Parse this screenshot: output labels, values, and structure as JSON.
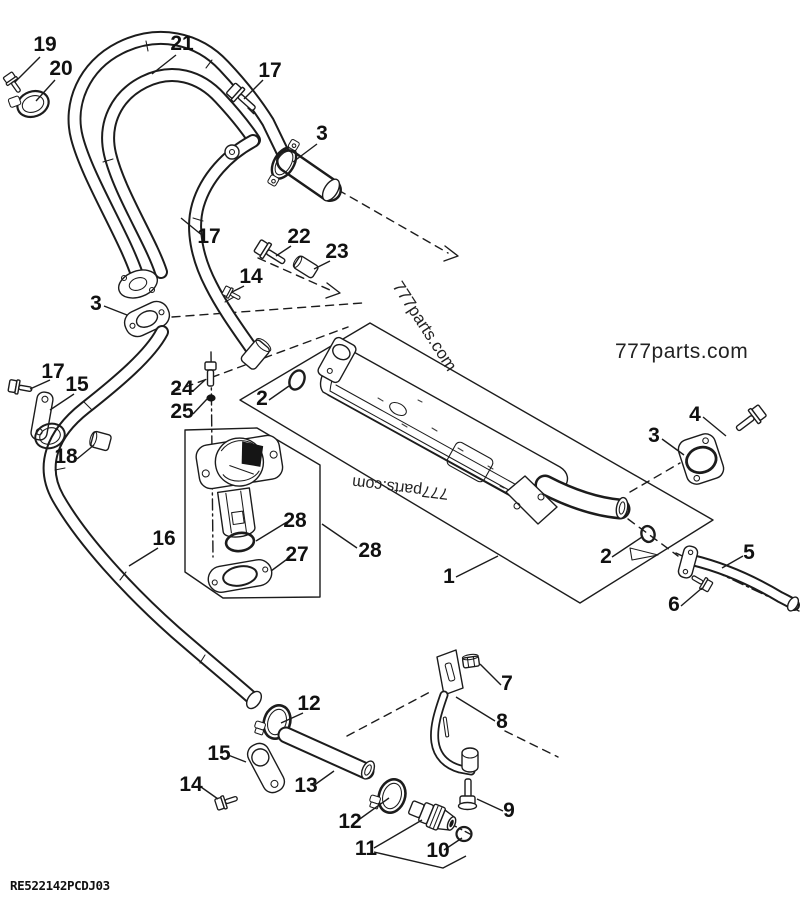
{
  "page": {
    "background": "#ffffff",
    "line_color": "#1c1c1c"
  },
  "diagram": {
    "part_code": "RE522142PCDJ03",
    "watermarks": {
      "horizontal": "777parts.com",
      "diagonal": "777parts.com",
      "inverted": "777parts.com"
    }
  },
  "callouts": [
    {
      "label": "19"
    },
    {
      "label": "20"
    },
    {
      "label": "21"
    },
    {
      "label": "17"
    },
    {
      "label": "3"
    },
    {
      "label": "17"
    },
    {
      "label": "22"
    },
    {
      "label": "23"
    },
    {
      "label": "14"
    },
    {
      "label": "3"
    },
    {
      "label": "17"
    },
    {
      "label": "15"
    },
    {
      "label": "24"
    },
    {
      "label": "25"
    },
    {
      "label": "2"
    },
    {
      "label": "18"
    },
    {
      "label": "16"
    },
    {
      "label": "28"
    },
    {
      "label": "27"
    },
    {
      "label": "28"
    },
    {
      "label": "1"
    },
    {
      "label": "2"
    },
    {
      "label": "3"
    },
    {
      "label": "4"
    },
    {
      "label": "5"
    },
    {
      "label": "6"
    },
    {
      "label": "7"
    },
    {
      "label": "8"
    },
    {
      "label": "9"
    },
    {
      "label": "10"
    },
    {
      "label": "11"
    },
    {
      "label": "12"
    },
    {
      "label": "12"
    },
    {
      "label": "13"
    },
    {
      "label": "14"
    },
    {
      "label": "15"
    }
  ]
}
